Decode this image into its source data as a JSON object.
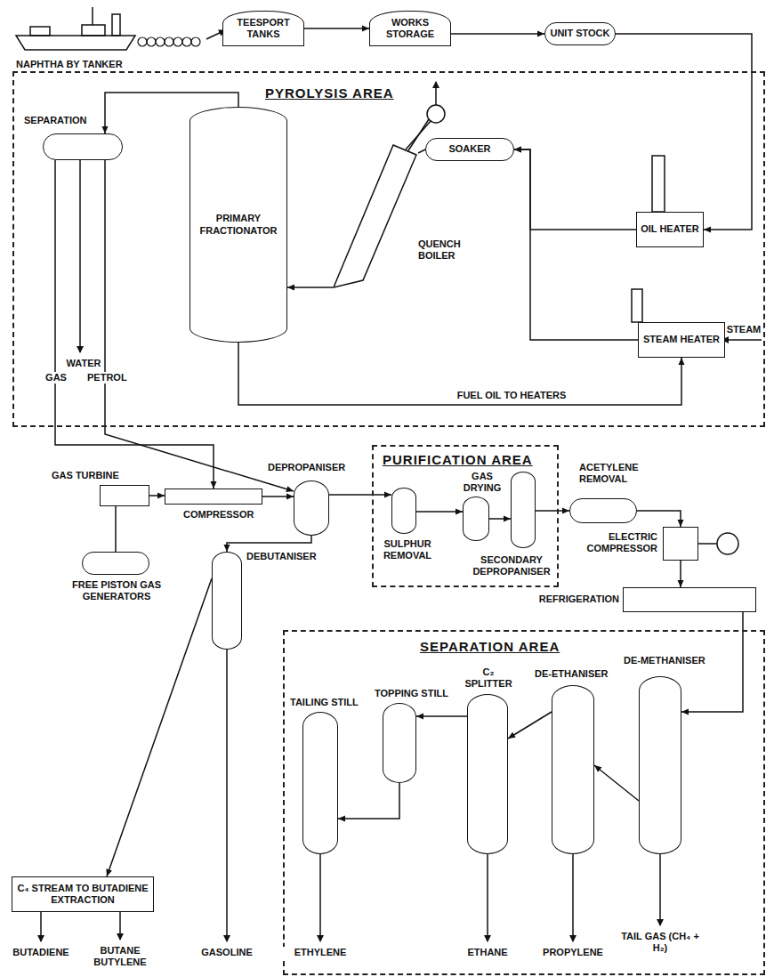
{
  "diagram": {
    "nodes": [
      {
        "text": [
          "TEESPORT TANKS"
        ]
      },
      {
        "text": [
          "WORKS STORAGE"
        ]
      },
      {
        "text": [
          "UNIT STOCK"
        ]
      },
      {
        "text": [
          "PYROLYSIS AREA"
        ]
      },
      {
        "text": [
          "OIL HEATER"
        ],
        "in": 3
      },
      {
        "text": [
          "STEAM HEATER"
        ],
        "in": 3
      },
      {
        "text": [
          "SOAKER"
        ],
        "in": 3
      },
      {
        "text": [
          "QUENCH BOILER"
        ],
        "in": 3
      },
      {
        "text": [
          "PRIMARY FRACTIONATOR"
        ],
        "in": 3
      },
      {
        "text": [
          "SEPARATION"
        ],
        "in": 3
      },
      {
        "text": [
          "COMPRESSOR"
        ]
      },
      {
        "text": [
          "GAS TURBINE"
        ]
      },
      {
        "text": [
          "FREE PISTON GAS GENERATORS"
        ]
      },
      {
        "text": [
          "DEPROPANISER"
        ]
      },
      {
        "text": [
          "PURIFICATION AREA"
        ]
      },
      {
        "text": [
          "SULPHUR REMOVAL"
        ],
        "in": 14
      },
      {
        "text": [
          "GAS DRYING"
        ],
        "in": 14
      },
      {
        "text": [
          "SECONDARY DEPROPANISER"
        ],
        "in": 14
      },
      {
        "text": [
          "ACETYLENE REMOVAL"
        ]
      },
      {
        "text": [
          "ELECTRIC COMPRESSOR"
        ]
      },
      {
        "text": [
          "REFRIGERATION"
        ]
      },
      {
        "text": [
          "DEBUTANISER"
        ]
      },
      {
        "text": [
          "SEPARATION AREA"
        ]
      },
      {
        "text": [
          "DE-METHANISER"
        ],
        "in": 22
      },
      {
        "text": [
          "DE-ETHANISER"
        ],
        "in": 22
      },
      {
        "text": [
          "C₂ SPLITTER"
        ],
        "in": 22
      },
      {
        "text": [
          "TOPPING STILL"
        ],
        "in": 22
      },
      {
        "text": [
          "TAILING STILL"
        ],
        "in": 22
      },
      {
        "text": [
          "C₄ STREAM TO BUTADIENE EXTRACTION"
        ]
      }
    ],
    "edges": [
      {
        "from": 0,
        "to": 1,
        "arrow": "to"
      },
      {
        "from": 1,
        "to": 2,
        "arrow": "to"
      },
      {
        "from": 2,
        "to": 4,
        "arrow": "to"
      },
      {
        "from": 4,
        "to": 6,
        "arrow": "to"
      },
      {
        "from": 5,
        "to": 6,
        "arrow": "to"
      },
      {
        "from": 6,
        "to": 7,
        "arrow": "none"
      },
      {
        "from": 7,
        "to": 8,
        "arrow": "to"
      },
      {
        "from": 8,
        "to": 9,
        "arrow": "to"
      },
      {
        "from": 8,
        "to": 5,
        "label": "FUEL OIL TO HEATERS",
        "arrow": "to"
      },
      {
        "from": 9,
        "to": 10,
        "arrow": "to"
      },
      {
        "from": 9,
        "to": 13,
        "arrow": "to"
      },
      {
        "from": 11,
        "to": 10,
        "arrow": "to"
      },
      {
        "from": 12,
        "to": 11,
        "arrow": "none"
      },
      {
        "from": 10,
        "to": 13,
        "arrow": "to"
      },
      {
        "from": 13,
        "to": 15,
        "arrow": "to"
      },
      {
        "from": 15,
        "to": 16,
        "arrow": "to"
      },
      {
        "from": 16,
        "to": 17,
        "arrow": "to"
      },
      {
        "from": 17,
        "to": 18,
        "arrow": "to"
      },
      {
        "from": 18,
        "to": 19,
        "arrow": "to"
      },
      {
        "from": 19,
        "to": 20,
        "arrow": "to"
      },
      {
        "from": 20,
        "to": 23,
        "arrow": "to"
      },
      {
        "from": 13,
        "to": 21,
        "arrow": "to"
      },
      {
        "from": 21,
        "to": 28,
        "arrow": "to"
      },
      {
        "from": 23,
        "to": 24,
        "arrow": "to"
      },
      {
        "from": 24,
        "to": 25,
        "arrow": "to"
      },
      {
        "from": 25,
        "to": 26,
        "arrow": "to"
      },
      {
        "from": 26,
        "to": 27,
        "arrow": "to"
      }
    ],
    "labels": [
      "NAPHTHA BY TANKER",
      "WATER",
      "GAS",
      "PETROL",
      "STEAM",
      "BUTADIENE",
      "BUTANE BUTYLENE",
      "GASOLINE",
      "ETHYLENE",
      "ETHANE",
      "PROPYLENE",
      "TAIL GAS (CH₄ + H₂)"
    ]
  }
}
